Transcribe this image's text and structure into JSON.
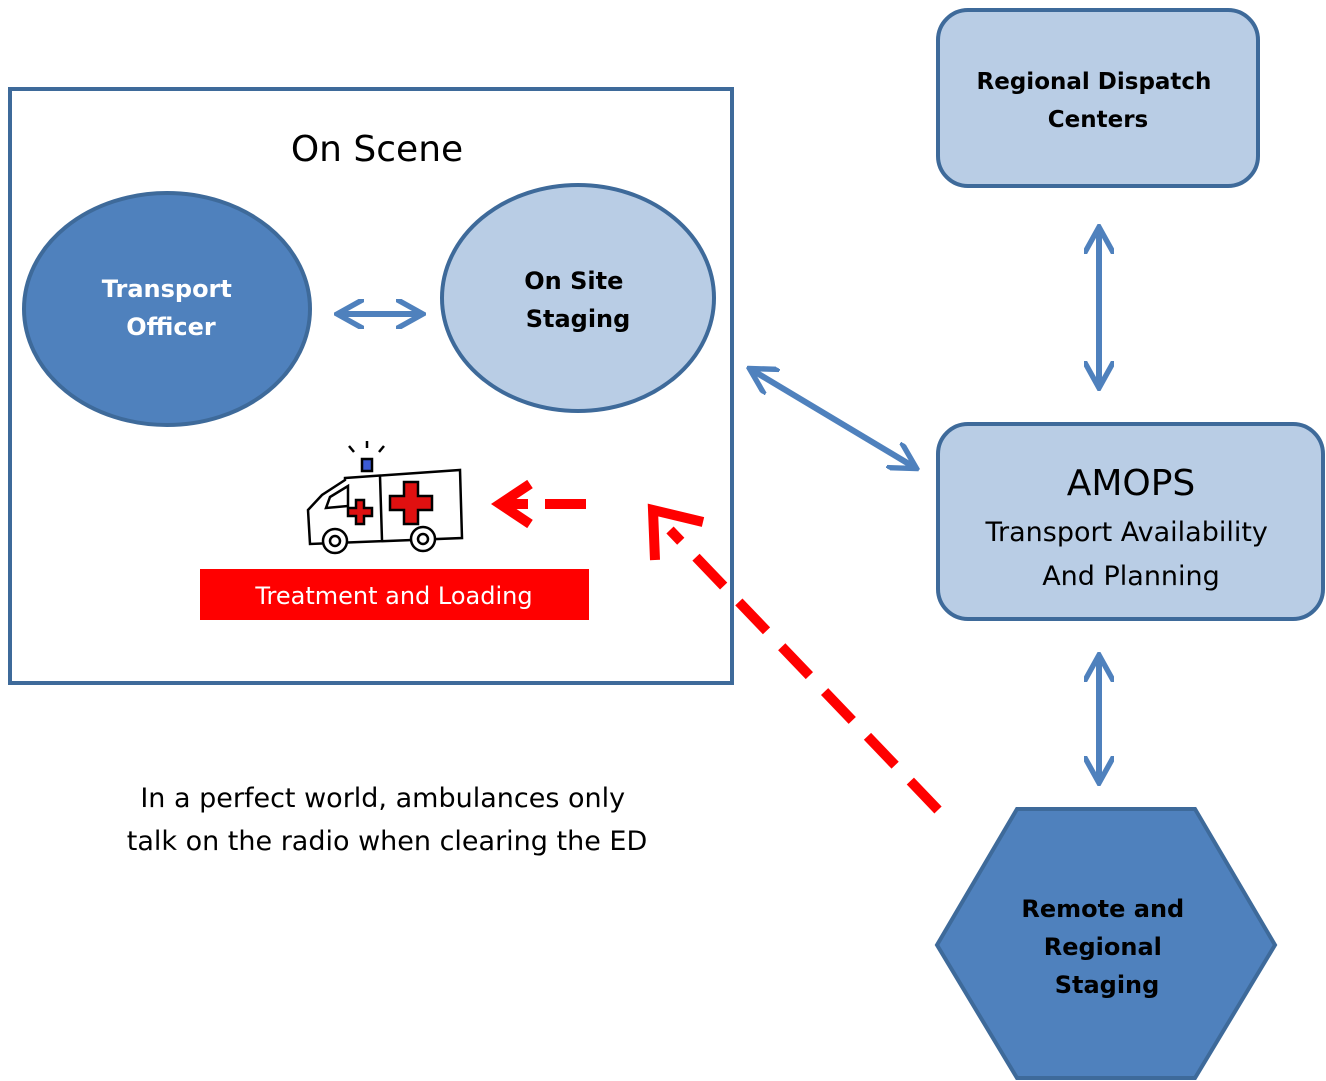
{
  "on_scene": {
    "title": "On Scene",
    "transport_officer": [
      "Transport",
      "Officer"
    ],
    "on_site_staging": [
      "On Site",
      "Staging"
    ],
    "treatment_label": "Treatment and Loading"
  },
  "regional_dispatch": [
    "Regional Dispatch",
    "Centers"
  ],
  "amops": {
    "title": "AMOPS",
    "subtitle": [
      "Transport Availability",
      "And Planning"
    ]
  },
  "remote_staging": [
    "Remote and",
    "Regional",
    "Staging"
  ],
  "caption": [
    "In a perfect world, ambulances only",
    "talk on the radio when clearing the ED"
  ],
  "colors": {
    "outline": "#3e6a9a",
    "dark_fill": "#4f81bd",
    "light_fill": "#b9cde5",
    "arrow_blue": "#4f81bd",
    "arrow_red": "#ff0000",
    "label_red": "#ff0000"
  }
}
